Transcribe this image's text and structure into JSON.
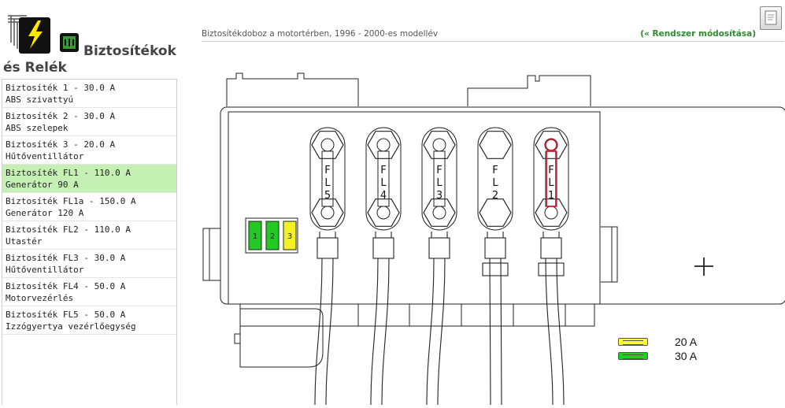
{
  "app": {
    "title_line1": "Biztosítékok",
    "title_line2": "és Relék",
    "breadcrumb": "Biztosítékdoboz a motortérben, 1996 - 2000-es modellév",
    "change_system_link": "(« Rendszer módosítása)"
  },
  "fuses": [
    {
      "name": "Biztosíték 1 - 30.0 A",
      "desc": "ABS szivattyú",
      "selected": false
    },
    {
      "name": "Biztosíték 2 - 30.0 A",
      "desc": "ABS szelepek",
      "selected": false
    },
    {
      "name": "Biztosíték 3 - 20.0 A",
      "desc": "Hűtőventillátor",
      "selected": false
    },
    {
      "name": "Biztosíték FL1 - 110.0 A",
      "desc": "Generátor 90 A",
      "selected": true
    },
    {
      "name": "Biztosíték FL1a - 150.0 A",
      "desc": "Generátor 120 A",
      "selected": false
    },
    {
      "name": "Biztosíték FL2 - 110.0 A",
      "desc": "Utastér",
      "selected": false
    },
    {
      "name": "Biztosíték FL3 - 30.0 A",
      "desc": "Hűtőventillátor",
      "selected": false
    },
    {
      "name": "Biztosíték FL4 - 50.0 A",
      "desc": "Motorvezérlés",
      "selected": false
    },
    {
      "name": "Biztosíték FL5 - 50.0 A",
      "desc": "Izzógyertya vezérlőegység",
      "selected": false
    }
  ],
  "diagram": {
    "small_fuses": [
      {
        "label": "1",
        "color": "#22c922"
      },
      {
        "label": "2",
        "color": "#22c922"
      },
      {
        "label": "3",
        "color": "#f2f222"
      }
    ],
    "strip_fuses": [
      {
        "label": "FL5",
        "chars": [
          "F",
          "L",
          "5"
        ],
        "highlight": false
      },
      {
        "label": "FL4",
        "chars": [
          "F",
          "L",
          "4"
        ],
        "highlight": false
      },
      {
        "label": "FL3",
        "chars": [
          "F",
          "L",
          "3"
        ],
        "highlight": false
      },
      {
        "label": "FL2",
        "chars": [
          "F",
          "L",
          "2"
        ],
        "highlight": false
      },
      {
        "label": "FL1",
        "chars": [
          "F",
          "L",
          "1"
        ],
        "highlight": true
      }
    ],
    "highlight_color": "#cc2233"
  },
  "legend": [
    {
      "label": "20 A",
      "color": "#ffff33"
    },
    {
      "label": "30 A",
      "color": "#22cc22"
    }
  ]
}
